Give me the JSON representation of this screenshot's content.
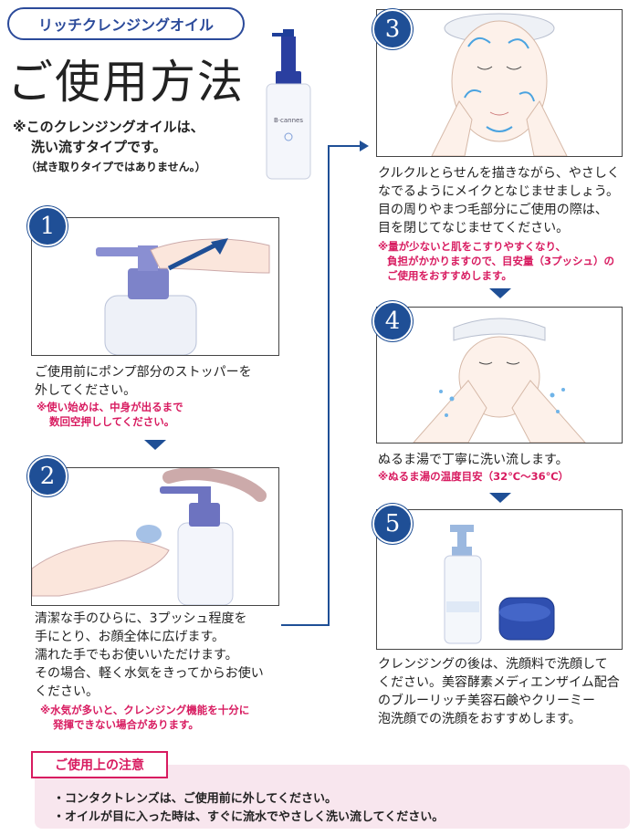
{
  "header": {
    "badge": "リッチクレンジングオイル",
    "title": "ご使用方法",
    "note_line1": "※このクレンジングオイルは、",
    "note_line2": "洗い流すタイプです。",
    "note_line3": "（拭き取りタイプではありません。）"
  },
  "bottle_label": "B·cannes",
  "steps": [
    {
      "number": "1",
      "text_lines": [
        "ご使用前にポンプ部分のストッパーを",
        "外してください。"
      ],
      "warn_lines": [
        "※使い始めは、中身が出るまで",
        "数回空押ししてください。"
      ]
    },
    {
      "number": "2",
      "text_lines": [
        "清潔な手のひらに、3プッシュ程度を",
        "手にとり、お顔全体に広げます。",
        "濡れた手でもお使いいただけます。",
        "その場合、軽く水気をきってからお使い",
        "ください。"
      ],
      "warn_lines": [
        "※水気が多いと、クレンジング機能を十分に",
        "発揮できない場合があります。"
      ]
    },
    {
      "number": "3",
      "text_lines": [
        "クルクルとらせんを描きながら、やさしく",
        "なでるようにメイクとなじませましょう。",
        "目の周りやまつ毛部分にご使用の際は、",
        "目を閉じてなじませてください。"
      ],
      "warn_lines": [
        "※量が少ないと肌をこすりやすくなり、",
        "負担がかかりますので、目安量（3プッシュ）の",
        "ご使用をおすすめします。"
      ]
    },
    {
      "number": "4",
      "text_lines": [
        "ぬるま湯で丁寧に洗い流します。"
      ],
      "warn_lines": [
        "※ぬるま湯の温度目安（32℃〜36℃）"
      ]
    },
    {
      "number": "5",
      "text_lines": [
        "クレンジングの後は、洗顔料で洗顔して",
        "ください。美容酵素メディエンザイム配合",
        "のブルーリッチ美容石鹸やクリーミー",
        "泡洗顔での洗顔をおすすめします。"
      ],
      "warn_lines": []
    }
  ],
  "caution": {
    "title": "ご使用上の注意",
    "items": [
      "・コンタクトレンズは、ご使用前に外してください。",
      "・オイルが目に入った時は、すぐに流水でやさしく洗い流してください。"
    ]
  },
  "colors": {
    "navy": "#1f4f96",
    "pink": "#d81b60",
    "caution_bg": "#f8e6ee"
  }
}
